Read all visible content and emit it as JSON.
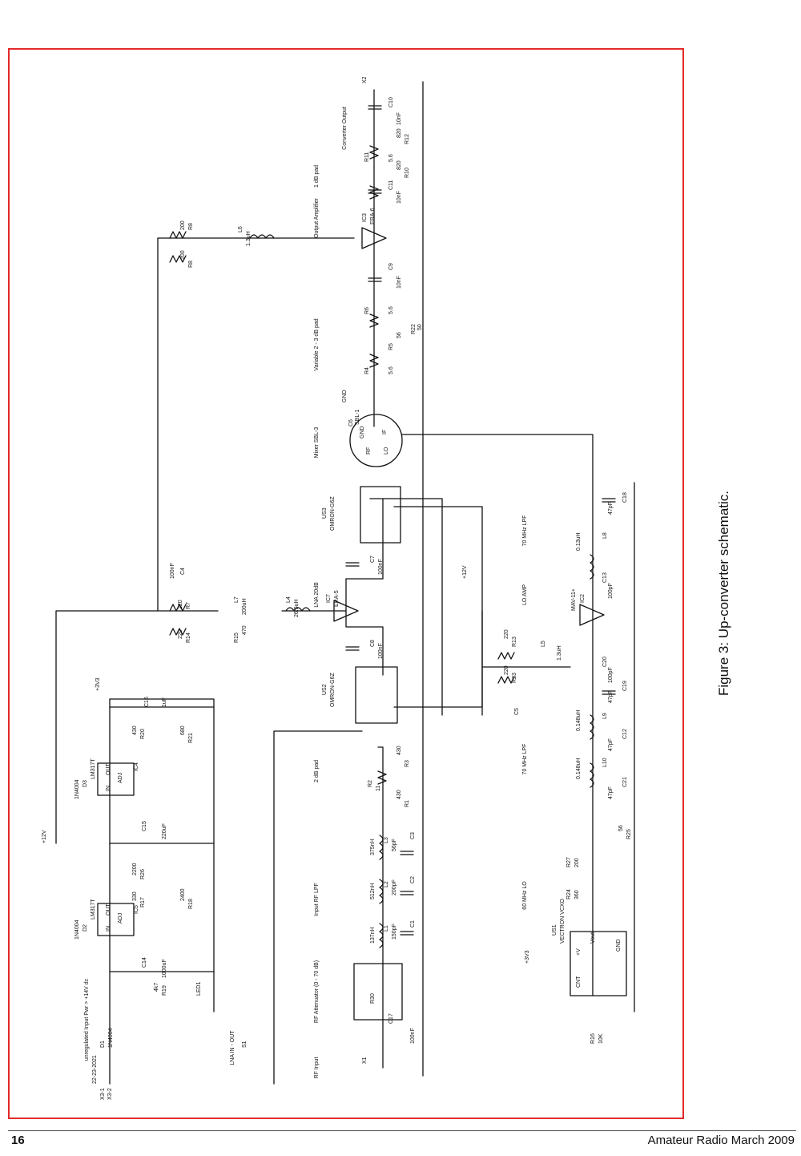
{
  "figure": {
    "caption": "Figure 3: Up-converter schematic."
  },
  "footer": {
    "page_number": "16",
    "magazine": "Amateur Radio March 2009"
  },
  "section_labels": {
    "converter_output": "Converter Output",
    "output_pad": "1 dB pad",
    "output_amplifier": "Output Amplifier",
    "variable_pad": "Variable 2 - 3 dB pad",
    "mixer": "Mixer SBL-3",
    "lo_lpf": "70 MHz LPF",
    "lna": "LNA 20dB",
    "lo_amp": "LO AMP",
    "input_pad": "2 dB pad",
    "lo_lpf_2": "70 MHz LPF",
    "input_lpf": "Input RF LPF",
    "lo_osc": "60 MHz LO",
    "rf_attenuator": "RF Attenuator (0 - 70 dB)",
    "rf_input": "RF Input",
    "lna_switch": "LNA IN - OUT",
    "power_input": "unregulated Input Pwr > +14V dc"
  },
  "parts": {
    "x2": "X2",
    "c10": "C10",
    "c10_val": "10nF",
    "r12": "R12",
    "r12_val": "820",
    "r11": "R11",
    "r11_val": "5.6",
    "r10": "R10",
    "r10_val": "820",
    "c11": "C11",
    "c11_val": "10nF",
    "ic3": "IC3",
    "ic3_type": "ERA-6",
    "c9": "C9",
    "c9_val": "10nF",
    "r6": "R6",
    "r6_val": "5.6",
    "r5": "R5",
    "r5_val": "56",
    "r22": "R22",
    "r22_val": "50",
    "r4": "R4",
    "r4_val": "5.6",
    "c6": "C6",
    "c6_type": "SBL-1",
    "mixer_rf": "RF",
    "mixer_if": "IF",
    "mixer_lo": "LO",
    "mixer_gnd": "GND",
    "r8a": "R8",
    "r8a_val": "200",
    "r8b": "R8",
    "r8b_val": "200",
    "l6": "L6",
    "l6_val": "1.3uH",
    "c4": "C4",
    "c4_val": "100nF",
    "us3": "US3",
    "us3_type": "OMRON-G6Z",
    "c7": "C7",
    "c7_val": "100nF",
    "ic7": "IC7",
    "ic7_type": "ERA-5",
    "r7": "R7",
    "r7_val": "220",
    "r14": "R14",
    "r14_val": "220",
    "l7": "L7",
    "l7_val": "200uH",
    "r15": "R15",
    "r15_val": "470",
    "l4": "L4",
    "l4_val": "26.5uH",
    "c8": "C8",
    "c8_val": "100nF",
    "c18": "C18",
    "c18_val": "47pF",
    "l8": "L8",
    "l8_val": "0.13uH",
    "c13": "C13",
    "c13_val": "100pF",
    "ic2": "IC2",
    "ic2_type": "MAV-11+",
    "l5": "L5",
    "l5_val": "1.3uH",
    "r13": "R13",
    "r13_val": "220",
    "r23": "R23",
    "r23_val": "220",
    "c20": "C20",
    "c20_val": "100pF",
    "us2": "US2",
    "us2_type": "OMRON-G6Z",
    "c5": "C5",
    "c19": "C19",
    "c19_val": "47pF",
    "l9": "L9",
    "l9_val": "0.148uH",
    "c12": "C12",
    "c12_val": "47pF",
    "l10": "L10",
    "l10_val": "0.148uH",
    "c21": "C21",
    "c21_val": "47pF",
    "r3": "R3",
    "r3_val": "430",
    "r2": "R2",
    "r2_val": "11",
    "r1": "R1",
    "r1_val": "430",
    "l3": "L3",
    "l3_val": "375nH",
    "c3": "C3",
    "c3_val": "56pF",
    "l2": "L2",
    "l2_val": "512nH",
    "c2": "C2",
    "c2_val": "200pF",
    "l1": "L1",
    "l1_val": "137nH",
    "c1": "C1",
    "c1_val": "150pF",
    "r30": "R30",
    "c17": "C17",
    "c17_val": "100nF",
    "x1": "X1",
    "r25": "R25",
    "r25_val": "56",
    "r27": "R27",
    "r27_val": "200",
    "r24": "R24",
    "r24_val": "360",
    "us1": "US1",
    "us1_type": "VECTRON VCXO",
    "osc_vcc": "+V",
    "osc_vout": "Vout",
    "osc_gnd": "GND",
    "osc_cnt": "CNT",
    "r16": "R16",
    "r16_val": "10K",
    "c16": "C16",
    "c16_val": "1uF",
    "r20": "R20",
    "r20_val": "430",
    "r21": "R21",
    "r21_val": "680",
    "ic4": "IC4",
    "ic4_type": "LM317T",
    "d3": "D3",
    "d3_type": "1N4004",
    "c15": "C15",
    "c15_val": "220uF",
    "r26": "R26",
    "r26_val": "2200",
    "r17": "R17",
    "r17_val": "330",
    "r18": "R18",
    "r18_val": "2400",
    "ic5": "IC5",
    "ic5_type": "LM317T",
    "d2": "D2",
    "d2_type": "1N4004",
    "c14": "C14",
    "c14_val": "1000uF",
    "r19": "R19",
    "r19_val": "4k7",
    "led1": "LED1",
    "d1": "D1",
    "d1_type": "1N4004",
    "connector": "22-23-2021",
    "x3_1": "X3-1",
    "x3_2": "X3-2",
    "s1": "S1"
  },
  "nets": {
    "plus12v": "+12V",
    "plus12v_b": "+12V",
    "plus3v3": "+3V3",
    "plus3v3_b": "+3V3",
    "gnd": "GND",
    "pin_in": "IN",
    "pin_out": "OUT",
    "pin_adj": "ADJ"
  }
}
